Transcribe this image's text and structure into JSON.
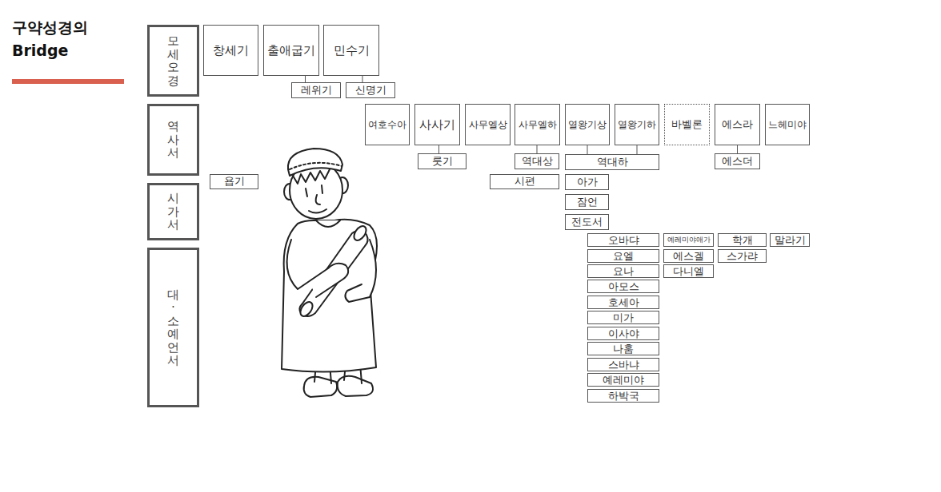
{
  "diagram": {
    "title": "구약성경의 Bridge",
    "nodes": [
      {
        "text": [
          "모세오경"
        ]
      },
      {
        "text": [
          "창세기"
        ]
      },
      {
        "text": [
          "출애굽기"
        ]
      },
      {
        "text": [
          "민수기"
        ]
      },
      {
        "text": [
          "레위기"
        ]
      },
      {
        "text": [
          "신명기"
        ]
      },
      {
        "text": [
          "역사서"
        ]
      },
      {
        "text": [
          "여호수아"
        ]
      },
      {
        "text": [
          "사사기"
        ]
      },
      {
        "text": [
          "사무엘상"
        ]
      },
      {
        "text": [
          "사무엘하"
        ]
      },
      {
        "text": [
          "열왕기상"
        ]
      },
      {
        "text": [
          "열왕기하"
        ]
      },
      {
        "text": [
          "바벨론"
        ]
      },
      {
        "text": [
          "에스라"
        ]
      },
      {
        "text": [
          "느헤미야"
        ]
      },
      {
        "text": [
          "룻기"
        ]
      },
      {
        "text": [
          "역대상"
        ]
      },
      {
        "text": [
          "역대하"
        ]
      },
      {
        "text": [
          "에스더"
        ]
      },
      {
        "text": [
          "시가서"
        ]
      },
      {
        "text": [
          "욥기"
        ]
      },
      {
        "text": [
          "시편"
        ]
      },
      {
        "text": [
          "아가"
        ]
      },
      {
        "text": [
          "잠언"
        ]
      },
      {
        "text": [
          "전도서"
        ]
      },
      {
        "text": [
          "대·소예언서"
        ]
      },
      {
        "text": [
          "오바댜"
        ]
      },
      {
        "text": [
          "예레미야애가"
        ]
      },
      {
        "text": [
          "학개"
        ]
      },
      {
        "text": [
          "말라기"
        ]
      },
      {
        "text": [
          "요엘"
        ]
      },
      {
        "text": [
          "에스겔"
        ]
      },
      {
        "text": [
          "스가랴"
        ]
      },
      {
        "text": [
          "요나"
        ]
      },
      {
        "text": [
          "다니엘"
        ]
      },
      {
        "text": [
          "아모스"
        ]
      },
      {
        "text": [
          "호세아"
        ]
      },
      {
        "text": [
          "미가"
        ]
      },
      {
        "text": [
          "이사야"
        ]
      },
      {
        "text": [
          "나훔"
        ]
      },
      {
        "text": [
          "스바냐"
        ]
      },
      {
        "text": [
          "예레미야"
        ]
      },
      {
        "text": [
          "하박국"
        ]
      }
    ],
    "edges": [
      {
        "from": 2,
        "to": 4,
        "arrow": "none"
      },
      {
        "from": 3,
        "to": 5,
        "arrow": "none"
      },
      {
        "from": 8,
        "to": 16,
        "arrow": "none"
      },
      {
        "from": 10,
        "to": 17,
        "arrow": "none"
      },
      {
        "from": 11,
        "to": 18,
        "arrow": "none"
      },
      {
        "from": 12,
        "to": 18,
        "arrow": "none"
      },
      {
        "from": 14,
        "to": 19,
        "arrow": "none"
      }
    ]
  }
}
